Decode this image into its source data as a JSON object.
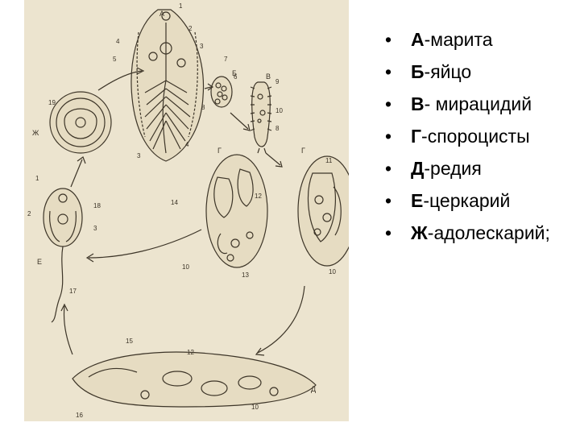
{
  "figure": {
    "stage_letters": {
      "a": "А",
      "b": "Б",
      "v": "В",
      "g1": "Г",
      "g2": "Г",
      "d": "Д",
      "e": "Е",
      "zh": "Ж"
    },
    "numbers": {
      "n1a": "1",
      "n2a": "2",
      "n3a": "3",
      "n4a": "4",
      "n5a": "5",
      "n3b": "3",
      "n4b": "4",
      "n7": "7",
      "n6": "6",
      "n8a": "8",
      "n9": "9",
      "n10a": "10",
      "n8b": "8",
      "n19": "19",
      "n14": "14",
      "n12a": "12",
      "n10b": "10",
      "n13": "13",
      "n11": "11",
      "n10c": "10",
      "n1e": "1",
      "n2e": "2",
      "n18": "18",
      "n3e": "3",
      "n17": "17",
      "n15": "15",
      "n12b": "12",
      "n16": "16",
      "n10d": "10"
    }
  },
  "legend": {
    "bullet": "•",
    "items": [
      {
        "letter": "А",
        "text": "-марита"
      },
      {
        "letter": "Б",
        "text": "-яйцо"
      },
      {
        "letter": "В",
        "text": "- мирацидий"
      },
      {
        "letter": "Г",
        "text": "-спороцисты"
      },
      {
        "letter": "Д",
        "text": "-редия"
      },
      {
        "letter": "Е",
        "text": "-церкарий"
      },
      {
        "letter": "Ж",
        "text": "-адолескарий;"
      }
    ]
  }
}
